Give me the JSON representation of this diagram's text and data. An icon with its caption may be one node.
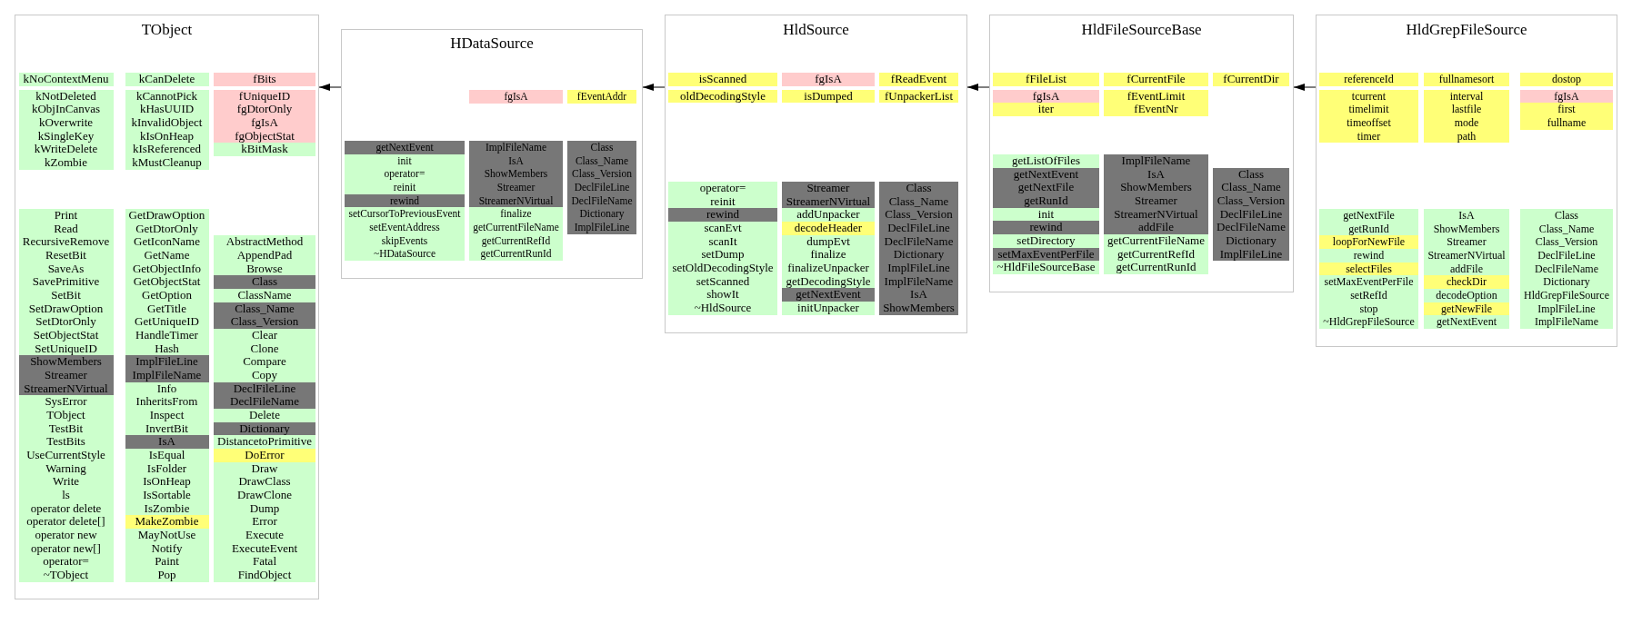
{
  "diagram": {
    "nodes": [
      {
        "text": [
          "TObject"
        ]
      },
      {
        "text": [
          "kNoContextMenu"
        ],
        "in": 0
      },
      {
        "text": [
          "kNotDeleted"
        ],
        "in": 0
      },
      {
        "text": [
          "kObjInCanvas"
        ],
        "in": 0
      },
      {
        "text": [
          "kOverwrite"
        ],
        "in": 0
      },
      {
        "text": [
          "kSingleKey"
        ],
        "in": 0
      },
      {
        "text": [
          "kWriteDelete"
        ],
        "in": 0
      },
      {
        "text": [
          "kZombie"
        ],
        "in": 0
      },
      {
        "text": [
          "kCanDelete"
        ],
        "in": 0
      },
      {
        "text": [
          "kCannotPick"
        ],
        "in": 0
      },
      {
        "text": [
          "kHasUUID"
        ],
        "in": 0
      },
      {
        "text": [
          "kInvalidObject"
        ],
        "in": 0
      },
      {
        "text": [
          "kIsOnHeap"
        ],
        "in": 0
      },
      {
        "text": [
          "kIsReferenced"
        ],
        "in": 0
      },
      {
        "text": [
          "kMustCleanup"
        ],
        "in": 0
      },
      {
        "text": [
          "fBits"
        ],
        "in": 0
      },
      {
        "text": [
          "fUniqueID"
        ],
        "in": 0
      },
      {
        "text": [
          "fgDtorOnly"
        ],
        "in": 0
      },
      {
        "text": [
          "fgIsA"
        ],
        "in": 0
      },
      {
        "text": [
          "fgObjectStat"
        ],
        "in": 0
      },
      {
        "text": [
          "kBitMask"
        ],
        "in": 0
      },
      {
        "text": [
          "Print"
        ],
        "in": 0
      },
      {
        "text": [
          "Read"
        ],
        "in": 0
      },
      {
        "text": [
          "RecursiveRemove"
        ],
        "in": 0
      },
      {
        "text": [
          "ResetBit"
        ],
        "in": 0
      },
      {
        "text": [
          "SaveAs"
        ],
        "in": 0
      },
      {
        "text": [
          "SavePrimitive"
        ],
        "in": 0
      },
      {
        "text": [
          "SetBit"
        ],
        "in": 0
      },
      {
        "text": [
          "SetDrawOption"
        ],
        "in": 0
      },
      {
        "text": [
          "SetDtorOnly"
        ],
        "in": 0
      },
      {
        "text": [
          "SetObjectStat"
        ],
        "in": 0
      },
      {
        "text": [
          "SetUniqueID"
        ],
        "in": 0
      },
      {
        "text": [
          "ShowMembers"
        ],
        "in": 0
      },
      {
        "text": [
          "Streamer"
        ],
        "in": 0
      },
      {
        "text": [
          "StreamerNVirtual"
        ],
        "in": 0
      },
      {
        "text": [
          "SysError"
        ],
        "in": 0
      },
      {
        "text": [
          "TObject"
        ],
        "in": 0
      },
      {
        "text": [
          "TestBit"
        ],
        "in": 0
      },
      {
        "text": [
          "TestBits"
        ],
        "in": 0
      },
      {
        "text": [
          "UseCurrentStyle"
        ],
        "in": 0
      },
      {
        "text": [
          "Warning"
        ],
        "in": 0
      },
      {
        "text": [
          "Write"
        ],
        "in": 0
      },
      {
        "text": [
          "ls"
        ],
        "in": 0
      },
      {
        "text": [
          "operator delete"
        ],
        "in": 0
      },
      {
        "text": [
          "operator delete[]"
        ],
        "in": 0
      },
      {
        "text": [
          "operator new"
        ],
        "in": 0
      },
      {
        "text": [
          "operator new[]"
        ],
        "in": 0
      },
      {
        "text": [
          "operator="
        ],
        "in": 0
      },
      {
        "text": [
          "~TObject"
        ],
        "in": 0
      },
      {
        "text": [
          "GetDrawOption"
        ],
        "in": 0
      },
      {
        "text": [
          "GetDtorOnly"
        ],
        "in": 0
      },
      {
        "text": [
          "GetIconName"
        ],
        "in": 0
      },
      {
        "text": [
          "GetName"
        ],
        "in": 0
      },
      {
        "text": [
          "GetObjectInfo"
        ],
        "in": 0
      },
      {
        "text": [
          "GetObjectStat"
        ],
        "in": 0
      },
      {
        "text": [
          "GetOption"
        ],
        "in": 0
      },
      {
        "text": [
          "GetTitle"
        ],
        "in": 0
      },
      {
        "text": [
          "GetUniqueID"
        ],
        "in": 0
      },
      {
        "text": [
          "HandleTimer"
        ],
        "in": 0
      },
      {
        "text": [
          "Hash"
        ],
        "in": 0
      },
      {
        "text": [
          "ImplFileLine"
        ],
        "in": 0
      },
      {
        "text": [
          "ImplFileName"
        ],
        "in": 0
      },
      {
        "text": [
          "Info"
        ],
        "in": 0
      },
      {
        "text": [
          "InheritsFrom"
        ],
        "in": 0
      },
      {
        "text": [
          "Inspect"
        ],
        "in": 0
      },
      {
        "text": [
          "InvertBit"
        ],
        "in": 0
      },
      {
        "text": [
          "IsA"
        ],
        "in": 0
      },
      {
        "text": [
          "IsEqual"
        ],
        "in": 0
      },
      {
        "text": [
          "IsFolder"
        ],
        "in": 0
      },
      {
        "text": [
          "IsOnHeap"
        ],
        "in": 0
      },
      {
        "text": [
          "IsSortable"
        ],
        "in": 0
      },
      {
        "text": [
          "IsZombie"
        ],
        "in": 0
      },
      {
        "text": [
          "MakeZombie"
        ],
        "in": 0
      },
      {
        "text": [
          "MayNotUse"
        ],
        "in": 0
      },
      {
        "text": [
          "Notify"
        ],
        "in": 0
      },
      {
        "text": [
          "Paint"
        ],
        "in": 0
      },
      {
        "text": [
          "Pop"
        ],
        "in": 0
      },
      {
        "text": [
          "AbstractMethod"
        ],
        "in": 0
      },
      {
        "text": [
          "AppendPad"
        ],
        "in": 0
      },
      {
        "text": [
          "Browse"
        ],
        "in": 0
      },
      {
        "text": [
          "Class"
        ],
        "in": 0
      },
      {
        "text": [
          "ClassName"
        ],
        "in": 0
      },
      {
        "text": [
          "Class_Name"
        ],
        "in": 0
      },
      {
        "text": [
          "Class_Version"
        ],
        "in": 0
      },
      {
        "text": [
          "Clear"
        ],
        "in": 0
      },
      {
        "text": [
          "Clone"
        ],
        "in": 0
      },
      {
        "text": [
          "Compare"
        ],
        "in": 0
      },
      {
        "text": [
          "Copy"
        ],
        "in": 0
      },
      {
        "text": [
          "DeclFileLine"
        ],
        "in": 0
      },
      {
        "text": [
          "DeclFileName"
        ],
        "in": 0
      },
      {
        "text": [
          "Delete"
        ],
        "in": 0
      },
      {
        "text": [
          "Dictionary"
        ],
        "in": 0
      },
      {
        "text": [
          "DistancetoPrimitive"
        ],
        "in": 0
      },
      {
        "text": [
          "DoError"
        ],
        "in": 0
      },
      {
        "text": [
          "Draw"
        ],
        "in": 0
      },
      {
        "text": [
          "DrawClass"
        ],
        "in": 0
      },
      {
        "text": [
          "DrawClone"
        ],
        "in": 0
      },
      {
        "text": [
          "Dump"
        ],
        "in": 0
      },
      {
        "text": [
          "Error"
        ],
        "in": 0
      },
      {
        "text": [
          "Execute"
        ],
        "in": 0
      },
      {
        "text": [
          "ExecuteEvent"
        ],
        "in": 0
      },
      {
        "text": [
          "Fatal"
        ],
        "in": 0
      },
      {
        "text": [
          "FindObject"
        ],
        "in": 0
      },
      {
        "text": [
          "HDataSource"
        ]
      },
      {
        "text": [
          "fgIsA"
        ],
        "in": 103
      },
      {
        "text": [
          "fEventAddr"
        ],
        "in": 103
      },
      {
        "text": [
          "getNextEvent"
        ],
        "in": 103
      },
      {
        "text": [
          "init"
        ],
        "in": 103
      },
      {
        "text": [
          "operator="
        ],
        "in": 103
      },
      {
        "text": [
          "reinit"
        ],
        "in": 103
      },
      {
        "text": [
          "rewind"
        ],
        "in": 103
      },
      {
        "text": [
          "setCursorToPreviousEvent"
        ],
        "in": 103
      },
      {
        "text": [
          "setEventAddress"
        ],
        "in": 103
      },
      {
        "text": [
          "skipEvents"
        ],
        "in": 103
      },
      {
        "text": [
          "~HDataSource"
        ],
        "in": 103
      },
      {
        "text": [
          "ImplFileName"
        ],
        "in": 103
      },
      {
        "text": [
          "IsA"
        ],
        "in": 103
      },
      {
        "text": [
          "ShowMembers"
        ],
        "in": 103
      },
      {
        "text": [
          "Streamer"
        ],
        "in": 103
      },
      {
        "text": [
          "StreamerNVirtual"
        ],
        "in": 103
      },
      {
        "text": [
          "finalize"
        ],
        "in": 103
      },
      {
        "text": [
          "getCurrentFileName"
        ],
        "in": 103
      },
      {
        "text": [
          "getCurrentRefId"
        ],
        "in": 103
      },
      {
        "text": [
          "getCurrentRunId"
        ],
        "in": 103
      },
      {
        "text": [
          "Class"
        ],
        "in": 103
      },
      {
        "text": [
          "Class_Name"
        ],
        "in": 103
      },
      {
        "text": [
          "Class_Version"
        ],
        "in": 103
      },
      {
        "text": [
          "DeclFileLine"
        ],
        "in": 103
      },
      {
        "text": [
          "DeclFileName"
        ],
        "in": 103
      },
      {
        "text": [
          "Dictionary"
        ],
        "in": 103
      },
      {
        "text": [
          "ImplFileLine"
        ],
        "in": 103
      },
      {
        "text": [
          "HldSource"
        ]
      },
      {
        "text": [
          "isScanned"
        ],
        "in": 131
      },
      {
        "text": [
          "oldDecodingStyle"
        ],
        "in": 131
      },
      {
        "text": [
          "fgIsA"
        ],
        "in": 131
      },
      {
        "text": [
          "isDumped"
        ],
        "in": 131
      },
      {
        "text": [
          "fReadEvent"
        ],
        "in": 131
      },
      {
        "text": [
          "fUnpackerList"
        ],
        "in": 131
      },
      {
        "text": [
          "operator="
        ],
        "in": 131
      },
      {
        "text": [
          "reinit"
        ],
        "in": 131
      },
      {
        "text": [
          "rewind"
        ],
        "in": 131
      },
      {
        "text": [
          "scanEvt"
        ],
        "in": 131
      },
      {
        "text": [
          "scanIt"
        ],
        "in": 131
      },
      {
        "text": [
          "setDump"
        ],
        "in": 131
      },
      {
        "text": [
          "setOldDecodingStyle"
        ],
        "in": 131
      },
      {
        "text": [
          "setScanned"
        ],
        "in": 131
      },
      {
        "text": [
          "showIt"
        ],
        "in": 131
      },
      {
        "text": [
          "~HldSource"
        ],
        "in": 131
      },
      {
        "text": [
          "Streamer"
        ],
        "in": 131
      },
      {
        "text": [
          "StreamerNVirtual"
        ],
        "in": 131
      },
      {
        "text": [
          "addUnpacker"
        ],
        "in": 131
      },
      {
        "text": [
          "decodeHeader"
        ],
        "in": 131
      },
      {
        "text": [
          "dumpEvt"
        ],
        "in": 131
      },
      {
        "text": [
          "finalize"
        ],
        "in": 131
      },
      {
        "text": [
          "finalizeUnpacker"
        ],
        "in": 131
      },
      {
        "text": [
          "getDecodingStyle"
        ],
        "in": 131
      },
      {
        "text": [
          "getNextEvent"
        ],
        "in": 131
      },
      {
        "text": [
          "initUnpacker"
        ],
        "in": 131
      },
      {
        "text": [
          "Class"
        ],
        "in": 131
      },
      {
        "text": [
          "Class_Name"
        ],
        "in": 131
      },
      {
        "text": [
          "Class_Version"
        ],
        "in": 131
      },
      {
        "text": [
          "DeclFileLine"
        ],
        "in": 131
      },
      {
        "text": [
          "DeclFileName"
        ],
        "in": 131
      },
      {
        "text": [
          "Dictionary"
        ],
        "in": 131
      },
      {
        "text": [
          "ImplFileLine"
        ],
        "in": 131
      },
      {
        "text": [
          "ImplFileName"
        ],
        "in": 131
      },
      {
        "text": [
          "IsA"
        ],
        "in": 131
      },
      {
        "text": [
          "ShowMembers"
        ],
        "in": 131
      },
      {
        "text": [
          "HldFileSourceBase"
        ]
      },
      {
        "text": [
          "fFileList"
        ],
        "in": 168
      },
      {
        "text": [
          "fgIsA"
        ],
        "in": 168
      },
      {
        "text": [
          "iter"
        ],
        "in": 168
      },
      {
        "text": [
          "fCurrentFile"
        ],
        "in": 168
      },
      {
        "text": [
          "fEventLimit"
        ],
        "in": 168
      },
      {
        "text": [
          "fEventNr"
        ],
        "in": 168
      },
      {
        "text": [
          "fCurrentDir"
        ],
        "in": 168
      },
      {
        "text": [
          "getListOfFiles"
        ],
        "in": 168
      },
      {
        "text": [
          "getNextEvent"
        ],
        "in": 168
      },
      {
        "text": [
          "getNextFile"
        ],
        "in": 168
      },
      {
        "text": [
          "getRunId"
        ],
        "in": 168
      },
      {
        "text": [
          "init"
        ],
        "in": 168
      },
      {
        "text": [
          "rewind"
        ],
        "in": 168
      },
      {
        "text": [
          "setDirectory"
        ],
        "in": 168
      },
      {
        "text": [
          "setMaxEventPerFile"
        ],
        "in": 168
      },
      {
        "text": [
          "~HldFileSourceBase"
        ],
        "in": 168
      },
      {
        "text": [
          "ImplFileName"
        ],
        "in": 168
      },
      {
        "text": [
          "IsA"
        ],
        "in": 168
      },
      {
        "text": [
          "ShowMembers"
        ],
        "in": 168
      },
      {
        "text": [
          "Streamer"
        ],
        "in": 168
      },
      {
        "text": [
          "StreamerNVirtual"
        ],
        "in": 168
      },
      {
        "text": [
          "addFile"
        ],
        "in": 168
      },
      {
        "text": [
          "getCurrentFileName"
        ],
        "in": 168
      },
      {
        "text": [
          "getCurrentRefId"
        ],
        "in": 168
      },
      {
        "text": [
          "getCurrentRunId"
        ],
        "in": 168
      },
      {
        "text": [
          "Class"
        ],
        "in": 168
      },
      {
        "text": [
          "Class_Name"
        ],
        "in": 168
      },
      {
        "text": [
          "Class_Version"
        ],
        "in": 168
      },
      {
        "text": [
          "DeclFileLine"
        ],
        "in": 168
      },
      {
        "text": [
          "DeclFileName"
        ],
        "in": 168
      },
      {
        "text": [
          "Dictionary"
        ],
        "in": 168
      },
      {
        "text": [
          "ImplFileLine"
        ],
        "in": 168
      },
      {
        "text": [
          "HldGrepFileSource"
        ]
      },
      {
        "text": [
          "referenceId"
        ],
        "in": 201
      },
      {
        "text": [
          "tcurrent"
        ],
        "in": 201
      },
      {
        "text": [
          "timelimit"
        ],
        "in": 201
      },
      {
        "text": [
          "timeoffset"
        ],
        "in": 201
      },
      {
        "text": [
          "timer"
        ],
        "in": 201
      },
      {
        "text": [
          "fullnamesort"
        ],
        "in": 201
      },
      {
        "text": [
          "interval"
        ],
        "in": 201
      },
      {
        "text": [
          "lastfile"
        ],
        "in": 201
      },
      {
        "text": [
          "mode"
        ],
        "in": 201
      },
      {
        "text": [
          "path"
        ],
        "in": 201
      },
      {
        "text": [
          "dostop"
        ],
        "in": 201
      },
      {
        "text": [
          "fgIsA"
        ],
        "in": 201
      },
      {
        "text": [
          "first"
        ],
        "in": 201
      },
      {
        "text": [
          "fullname"
        ],
        "in": 201
      },
      {
        "text": [
          "getNextFile"
        ],
        "in": 201
      },
      {
        "text": [
          "getRunId"
        ],
        "in": 201
      },
      {
        "text": [
          "loopForNewFile"
        ],
        "in": 201
      },
      {
        "text": [
          "rewind"
        ],
        "in": 201
      },
      {
        "text": [
          "selectFiles"
        ],
        "in": 201
      },
      {
        "text": [
          "setMaxEventPerFile"
        ],
        "in": 201
      },
      {
        "text": [
          "setRefId"
        ],
        "in": 201
      },
      {
        "text": [
          "stop"
        ],
        "in": 201
      },
      {
        "text": [
          "~HldGrepFileSource"
        ],
        "in": 201
      },
      {
        "text": [
          "IsA"
        ],
        "in": 201
      },
      {
        "text": [
          "ShowMembers"
        ],
        "in": 201
      },
      {
        "text": [
          "Streamer"
        ],
        "in": 201
      },
      {
        "text": [
          "StreamerNVirtual"
        ],
        "in": 201
      },
      {
        "text": [
          "addFile"
        ],
        "in": 201
      },
      {
        "text": [
          "checkDir"
        ],
        "in": 201
      },
      {
        "text": [
          "decodeOption"
        ],
        "in": 201
      },
      {
        "text": [
          "getNewFile"
        ],
        "in": 201
      },
      {
        "text": [
          "getNextEvent"
        ],
        "in": 201
      },
      {
        "text": [
          "Class"
        ],
        "in": 201
      },
      {
        "text": [
          "Class_Name"
        ],
        "in": 201
      },
      {
        "text": [
          "Class_Version"
        ],
        "in": 201
      },
      {
        "text": [
          "DeclFileLine"
        ],
        "in": 201
      },
      {
        "text": [
          "DeclFileName"
        ],
        "in": 201
      },
      {
        "text": [
          "Dictionary"
        ],
        "in": 201
      },
      {
        "text": [
          "HldGrepFileSource"
        ],
        "in": 201
      },
      {
        "text": [
          "ImplFileLine"
        ],
        "in": 201
      },
      {
        "text": [
          "ImplFileName"
        ],
        "in": 201
      }
    ],
    "edges": [
      {
        "from": 103,
        "to": 0,
        "arrow": "to"
      },
      {
        "from": 131,
        "to": 103,
        "arrow": "to"
      },
      {
        "from": 168,
        "to": 131,
        "arrow": "to"
      },
      {
        "from": 201,
        "to": 168,
        "arrow": "to"
      }
    ]
  }
}
